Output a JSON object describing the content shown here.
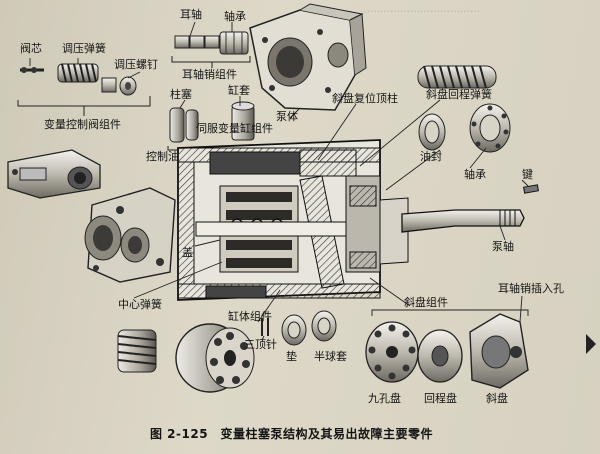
{
  "labels": {
    "valve_core": "阀芯",
    "adjust_spring": "调压弹簧",
    "adjust_screw": "调压螺钉",
    "variable_valve_assembly": "变量控制阀组件",
    "ear_shaft": "耳轴",
    "bearing_top": "轴承",
    "ear_pin_assembly": "耳轴销组件",
    "pump_body": "泵体",
    "plunger": "柱塞",
    "cylinder_sleeve": "缸套",
    "servo_cylinder_assembly": "伺服变量缸组件",
    "control_oil": "控制油",
    "swash_reset_rod": "斜盘复位顶柱",
    "swash_return_spring": "斜盘回程弹簧",
    "oil_seal": "油封",
    "bearing_right": "轴承",
    "key": "键",
    "pump_shaft": "泵轴",
    "cover": "盖",
    "center_spring": "中心弹簧",
    "cylinder_assembly": "缸体组件",
    "three_pins": "三顶针",
    "gasket": "垫",
    "half_ball_sleeve": "半球套",
    "swash_plate_assembly": "斜盘组件",
    "ear_pin_insert_hole": "耳轴销插入孔",
    "nine_hole_plate": "九孔盘",
    "return_plate": "回程盘",
    "swash_plate": "斜盘"
  },
  "caption": "图 2-125　变量柱塞泵结构及其易出故障主要零件"
}
